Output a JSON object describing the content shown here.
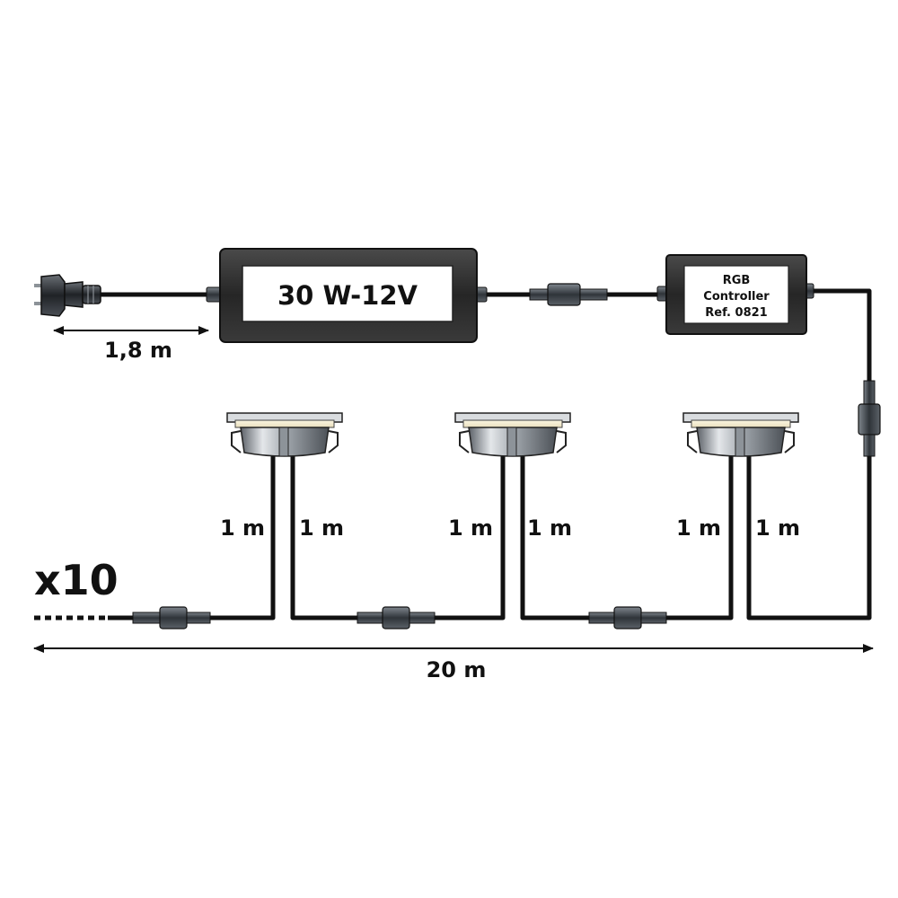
{
  "power_supply": {
    "label": "30 W-12V"
  },
  "controller": {
    "line1": "RGB",
    "line2": "Controller",
    "line3": "Ref. 0821"
  },
  "plug_cable": {
    "length_label": "1,8 m"
  },
  "spots": [
    {
      "left_cable": "1 m",
      "right_cable": "1 m"
    },
    {
      "left_cable": "1 m",
      "right_cable": "1 m"
    },
    {
      "left_cable": "1 m",
      "right_cable": "1 m"
    }
  ],
  "quantity": {
    "label": "x10"
  },
  "total_length": {
    "label": "20 m"
  },
  "colors": {
    "cable": "#111111",
    "box_dark": "#2b2b2b",
    "connector": "#3a3f45",
    "spot_metal": "#b7bcc2",
    "spot_glow": "#f3ecd2"
  }
}
